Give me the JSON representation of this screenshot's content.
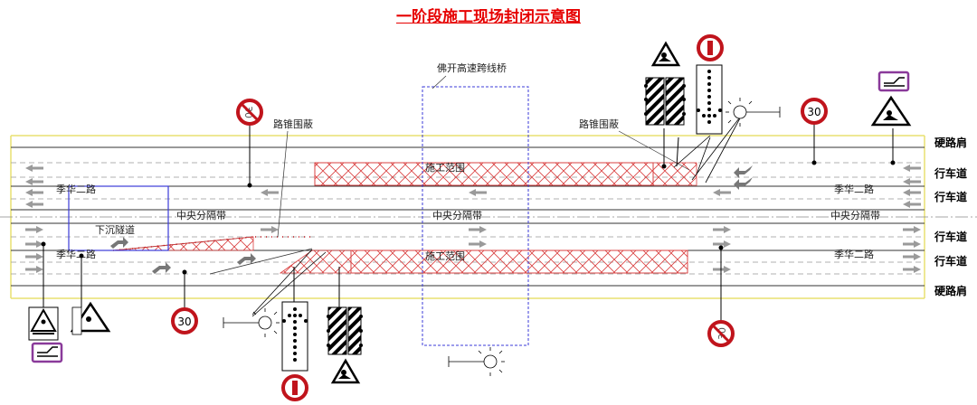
{
  "title": "一阶段施工现场封闭示意图",
  "bridge_label": "佛开高速跨线桥",
  "cone_label_left": "路锥围蔽",
  "cone_label_right": "路锥围蔽",
  "work_zone_upper": "施工范围",
  "work_zone_lower": "施工范围",
  "road_name": "季华二路",
  "median_label": "中央分隔带",
  "tunnel_label": "下沉隧道",
  "speed_limit": "30",
  "right_labels": [
    "硬路肩",
    "行车道",
    "行车道",
    "行车道",
    "行车道",
    "硬路肩"
  ],
  "colors": {
    "title": "#e60000",
    "sign_red": "#c0141c",
    "hatch": "#d94040",
    "bridge_box": "#3b3bd9",
    "tunnel_box": "#3b3bd9",
    "edge_line": "#e8e070",
    "arrow": "#9a9a9a"
  }
}
